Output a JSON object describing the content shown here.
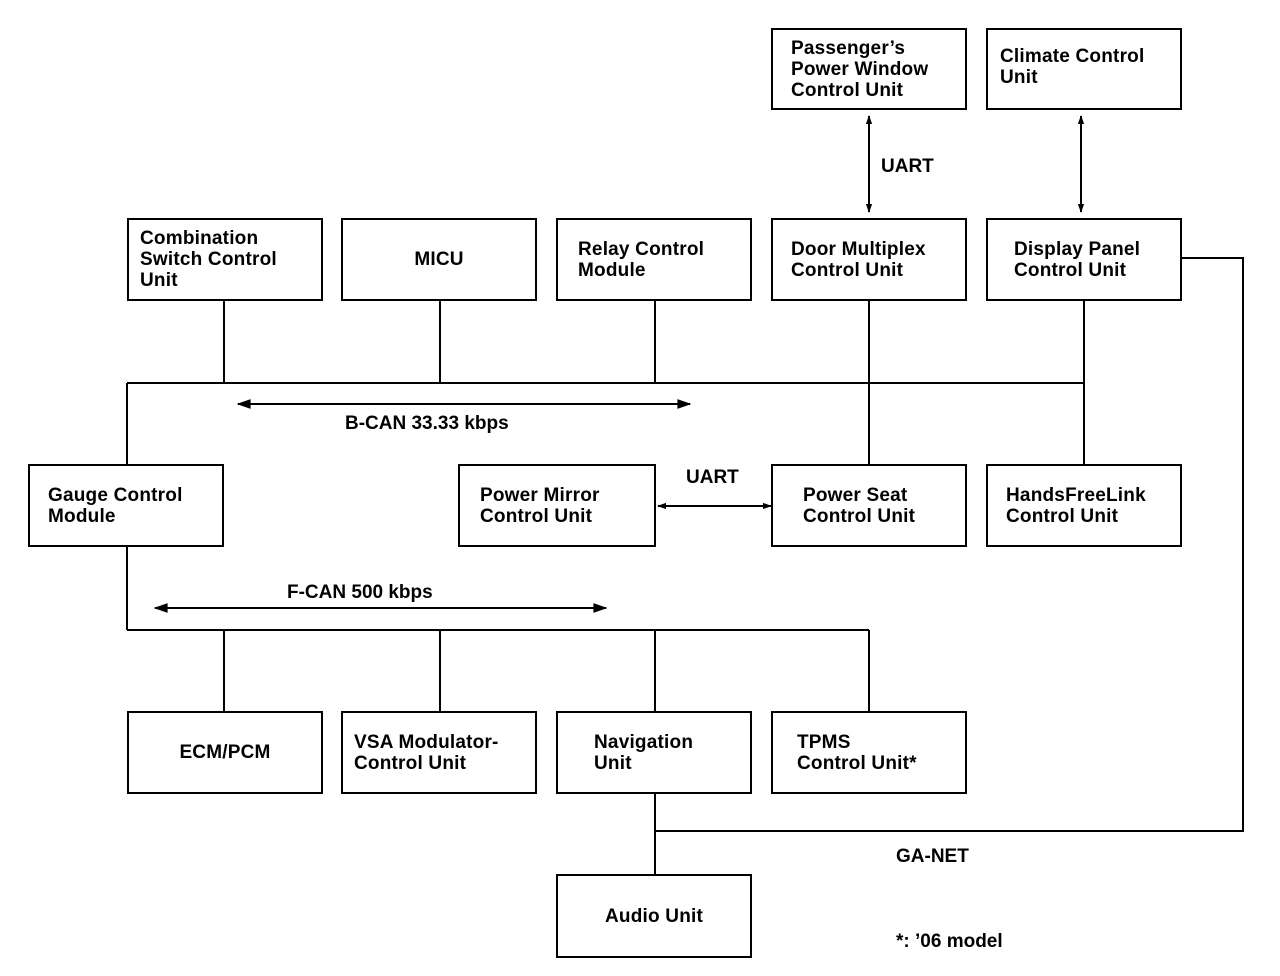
{
  "units": {
    "passenger_window": [
      "Passenger’s",
      "Power Window",
      "Control Unit"
    ],
    "climate_control": [
      "Climate Control",
      "Unit"
    ],
    "combination_switch": [
      "Combination",
      "Switch Control",
      "Unit"
    ],
    "micu": [
      "MICU"
    ],
    "relay_control": [
      "Relay Control",
      "Module"
    ],
    "door_multiplex": [
      "Door Multiplex",
      "Control Unit"
    ],
    "display_panel": [
      "Display Panel",
      "Control Unit"
    ],
    "gauge_control": [
      "Gauge Control",
      "Module"
    ],
    "power_mirror": [
      "Power Mirror",
      "Control Unit"
    ],
    "power_seat": [
      "Power Seat",
      "Control Unit"
    ],
    "handsfreelink": [
      "HandsFreeLink",
      "Control Unit"
    ],
    "ecm_pcm": [
      "ECM/PCM"
    ],
    "vsa_modulator": [
      "VSA Modulator-",
      "Control Unit"
    ],
    "navigation": [
      "Navigation",
      "Unit"
    ],
    "tpms": [
      "TPMS",
      "Control Unit*"
    ],
    "audio": [
      "Audio Unit"
    ]
  },
  "labels": {
    "uart_window": "UART",
    "uart_mirror": "UART",
    "bcan": "B-CAN 33.33 kbps",
    "fcan": "F-CAN 500 kbps",
    "ganet": "GA-NET",
    "footnote": "*: ’06 model"
  }
}
